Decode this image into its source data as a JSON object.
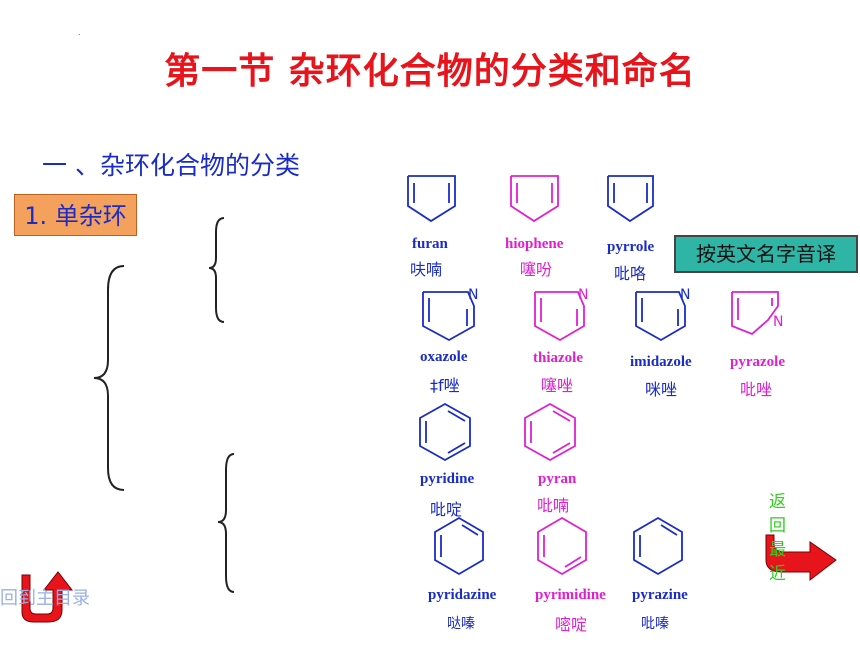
{
  "title": "第一节 杂环化合物的分类和命名",
  "section": "一 、杂环化合物的分类",
  "label_single_ring": "1. 单杂环",
  "label_translate": "按英文名字音译",
  "nav": {
    "back_to_contents": "回到主目录",
    "back_to_recent": "返回最近"
  },
  "compounds": [
    {
      "en": "furan",
      "cn": "呋喃",
      "color": "#1a2cc8"
    },
    {
      "en": "hiophene",
      "cn": "噻吩",
      "color": "#e020d0"
    },
    {
      "en": "pyrrole",
      "cn": "吡咯",
      "color": "#1a2cc8"
    },
    {
      "en": "oxazole",
      "cn": "‡f唑",
      "color": "#1a2cc8"
    },
    {
      "en": "thiazole",
      "cn": "噻唑",
      "color": "#e020d0"
    },
    {
      "en": "imidazole",
      "cn": "咪唑",
      "color": "#1a2cc8"
    },
    {
      "en": "pyrazole",
      "cn": "吡唑",
      "color": "#e020d0"
    },
    {
      "en": "pyridine",
      "cn": "吡啶",
      "color": "#1a2cc8"
    },
    {
      "en": "pyran",
      "cn": "吡喃",
      "color": "#e020d0"
    },
    {
      "en": "pyridazine",
      "cn": "哒嗪",
      "color": "#1a2cc8"
    },
    {
      "en": "pyrimidine",
      "cn": "嘧啶",
      "color": "#e020d0"
    },
    {
      "en": "pyrazine",
      "cn": "吡嗪",
      "color": "#1a2cc8"
    }
  ],
  "atom_label": "N"
}
